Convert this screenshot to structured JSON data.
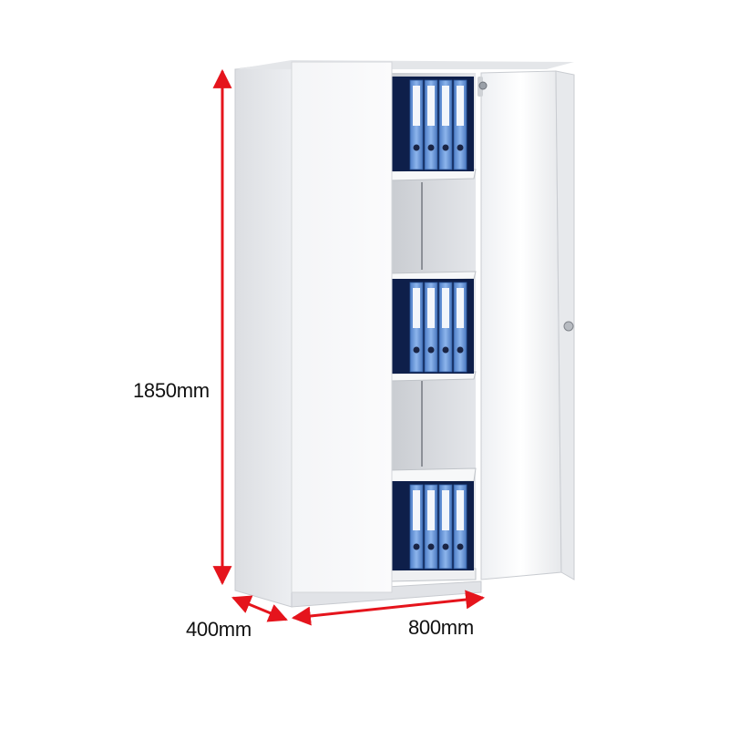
{
  "dimensions": {
    "height": "1850mm",
    "depth": "400mm",
    "width": "800mm"
  },
  "colors": {
    "dimension_arrow": "#e5141c",
    "cabinet": "#f2f3f5",
    "interior": "#d9dbdf",
    "binder_blue": "#5c8fd6",
    "binder_back": "#0e1f4a"
  }
}
